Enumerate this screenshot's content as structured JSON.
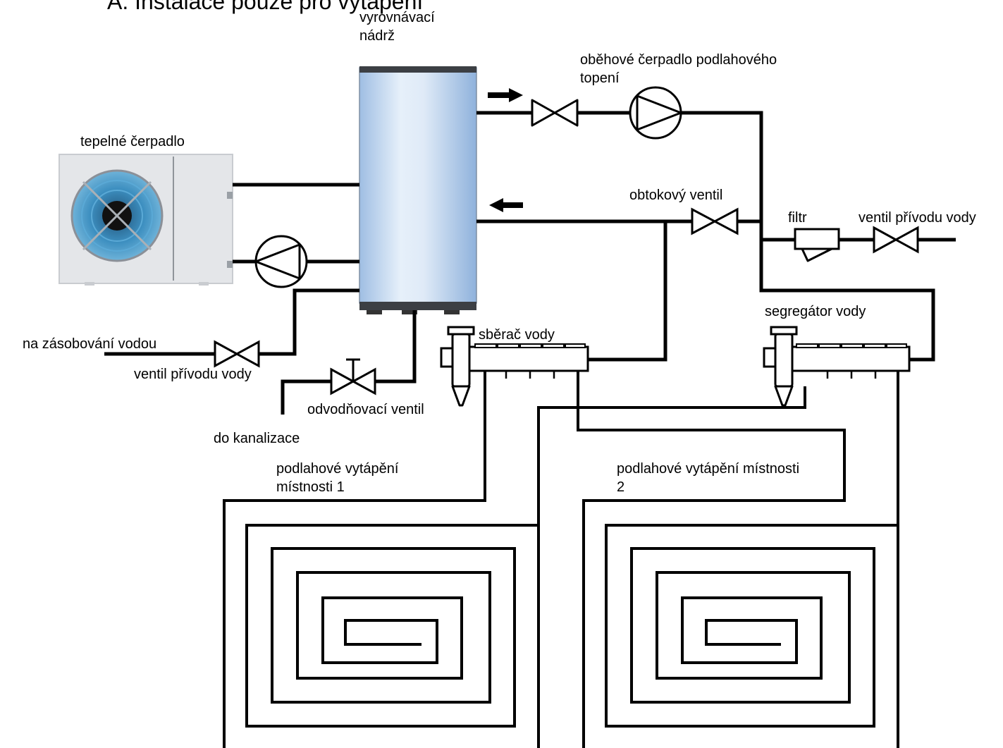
{
  "title": "A. Instalace pouze pro vytápění",
  "labels": {
    "tank": "vyrovnávací\nnádrž",
    "heat_pump": "tepelné čerpadlo",
    "floor_pump": "oběhové čerpadlo podlahového\ntopení",
    "bypass_valve": "obtokový ventil",
    "filter": "filtr",
    "inlet_valve_right": "ventil přívodu vody",
    "water_supply": "na zásobování vodou",
    "inlet_valve_left": "ventil přívodu vody",
    "drain_valve": "odvodňovací ventil",
    "sewer": "do kanalizace",
    "collector": "sběrač vody",
    "segregator": "segregátor vody",
    "room1": "podlahové vytápění\nmístnosti 1",
    "room2": "podlahové vytápění místnosti\n2"
  },
  "colors": {
    "pipe": "#000000",
    "tank_light": "#e6f0fa",
    "tank_blue": "#9fbee3",
    "fan_blue": "#3d8fc0",
    "unit_grey": "#e4e6e9"
  }
}
